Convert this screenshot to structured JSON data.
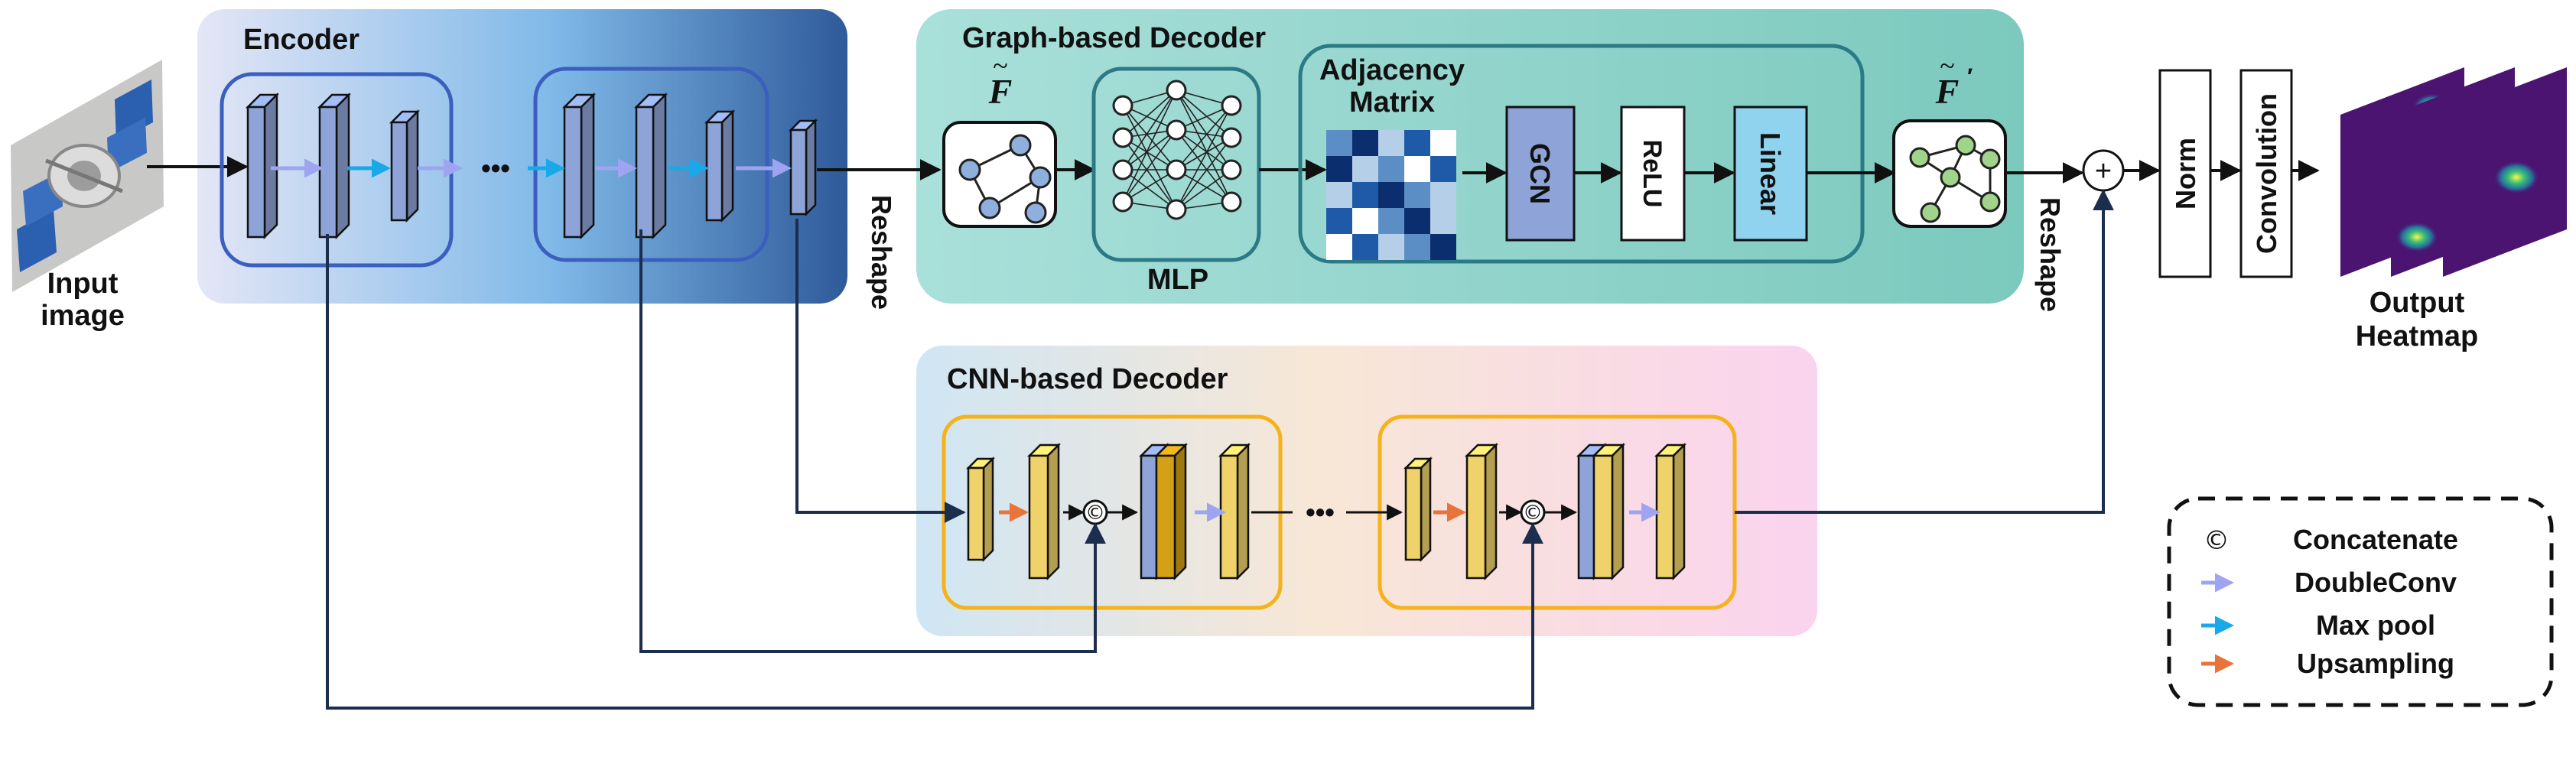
{
  "encoder": {
    "title": "Encoder"
  },
  "graph_decoder": {
    "title": "Graph-based Decoder",
    "f_label": "F",
    "f_prime_label": "F",
    "prime_mark": "′",
    "mlp_label": "MLP",
    "adjacency_line1": "Adjacency",
    "adjacency_line2": "Matrix",
    "gcn_label": "GCN",
    "relu_label": "ReLU",
    "linear_label": "Linear"
  },
  "cnn_decoder": {
    "title": "CNN-based Decoder",
    "concat_symbol": "©"
  },
  "input": {
    "line1": "Input",
    "line2": "image"
  },
  "reshape_label": "Reshape",
  "norm_label": "Norm",
  "convolution_label": "Convolution",
  "plus_symbol": "+",
  "ellipsis": "•••",
  "output": {
    "line1": "Output",
    "line2": "Heatmap"
  },
  "legend": {
    "items": [
      {
        "symbol": "©",
        "label": "Concatenate"
      },
      {
        "label": "DoubleConv",
        "color": "#9fa4f0"
      },
      {
        "label": "Max pool",
        "color": "#19a8e8"
      },
      {
        "label": "Upsampling",
        "color": "#e8743b"
      }
    ]
  },
  "colors": {
    "encoder_block": "#8ea4d8",
    "cnn_block": "#f0d26a",
    "cnn_block_dark": "#d4a017",
    "cnn_block_blue": "#8ea4d8",
    "graph_bg": "#8fd6cc",
    "gcn_fill": "#8ea4d8",
    "linear_fill": "#8fd3ef",
    "graph_node": "#8fb0dc",
    "graph_node_out": "#9fd48a",
    "heatmap_bg": "#4a1470"
  },
  "adjacency_matrix": [
    [
      2,
      4,
      1,
      3,
      0
    ],
    [
      4,
      1,
      2,
      0,
      3
    ],
    [
      1,
      3,
      4,
      2,
      1
    ],
    [
      3,
      0,
      2,
      4,
      1
    ],
    [
      0,
      3,
      1,
      2,
      4
    ]
  ]
}
